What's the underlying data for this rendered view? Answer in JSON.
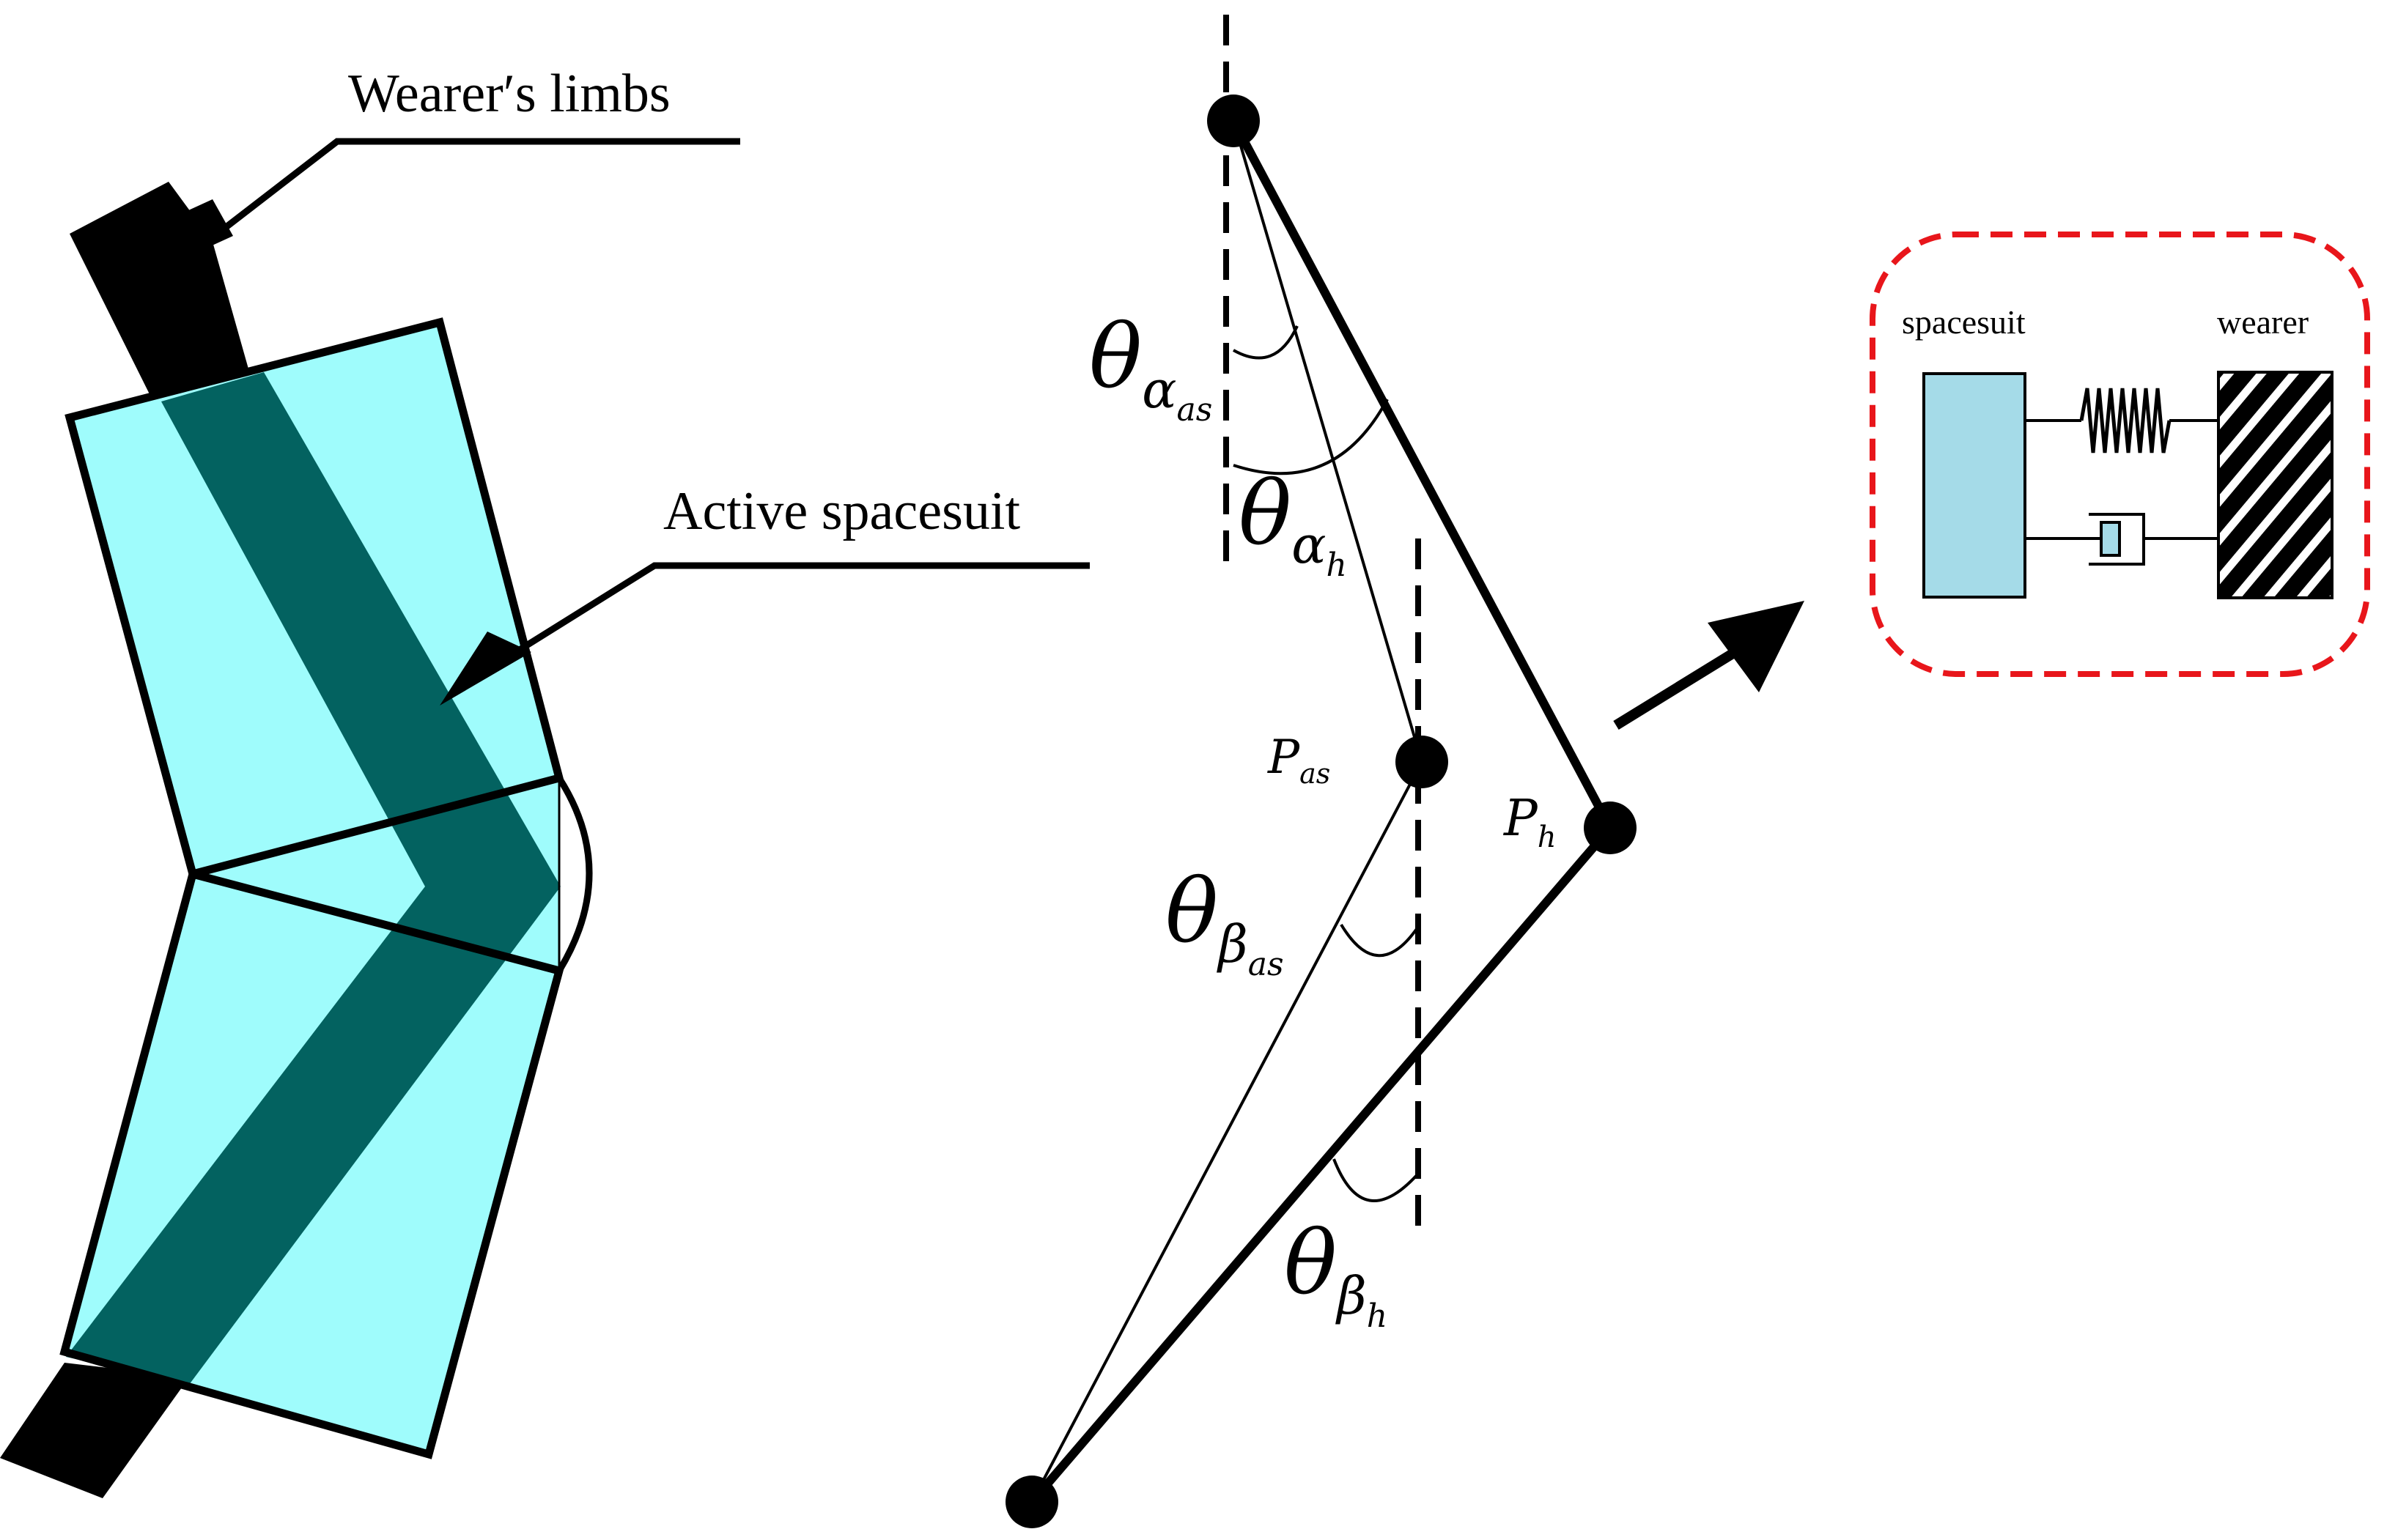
{
  "labels": {
    "wearer_limbs": "Wearer′s limbs",
    "active_spacesuit": "Active spacesuit"
  },
  "angles": {
    "theta": "θ",
    "alpha": "α",
    "beta": "β",
    "sub_as": "as",
    "sub_h": "h"
  },
  "points": {
    "p": "P",
    "sub_as": "as",
    "sub_h": "h"
  },
  "inset": {
    "spacesuit": "spacesuit",
    "wearer": "wearer"
  },
  "colors": {
    "suit_fill": "#9ffcfc",
    "limb_dark": "#036260",
    "inset_border": "#e8161b",
    "inset_block": "#a5dbe8"
  }
}
